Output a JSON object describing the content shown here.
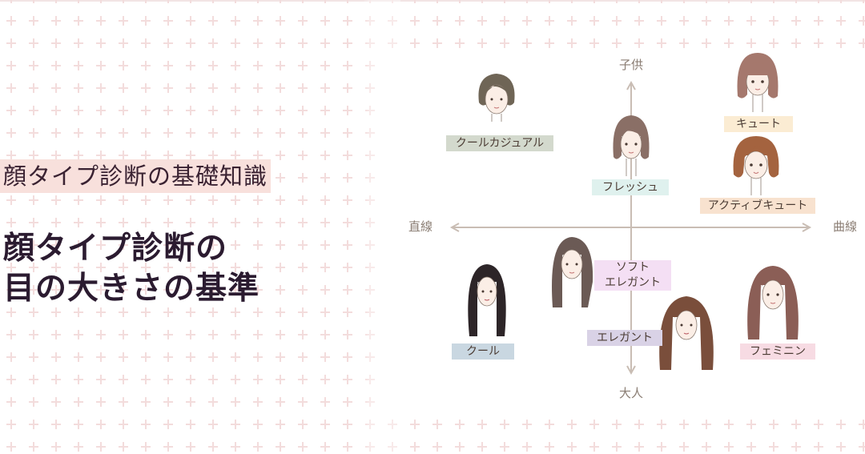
{
  "subtitle": "顔タイプ診断の基礎知識",
  "headline": {
    "line1": "顔タイプ診断の",
    "line2": "目の大きさの基準"
  },
  "diagram": {
    "axis": {
      "top": "子供",
      "bottom": "大人",
      "left": "直線",
      "right": "曲線"
    },
    "types": [
      {
        "key": "cool-casual",
        "label": "クールカジュアル",
        "color": "#d3d9cd",
        "hair": "#6f6556"
      },
      {
        "key": "fresh",
        "label": "フレッシュ",
        "color": "#dff1ee",
        "hair": "#8a6f66"
      },
      {
        "key": "cute",
        "label": "キュート",
        "color": "#fbecd3",
        "hair": "#a5786d"
      },
      {
        "key": "active-cute",
        "label": "アクティブキュート",
        "color": "#f8e2cf",
        "hair": "#a4633f"
      },
      {
        "key": "soft-elegant",
        "label": "ソフト\nエレガント",
        "color": "#f4dff4",
        "hair": "#6b5a55"
      },
      {
        "key": "cool",
        "label": "クール",
        "color": "#c9d7e1",
        "hair": "#2d2528"
      },
      {
        "key": "elegant",
        "label": "エレガント",
        "color": "#d9d2e6",
        "hair": "#7a4e3b"
      },
      {
        "key": "feminine",
        "label": "フェミニン",
        "color": "#f7dbe3",
        "hair": "#8b5e56"
      }
    ]
  }
}
